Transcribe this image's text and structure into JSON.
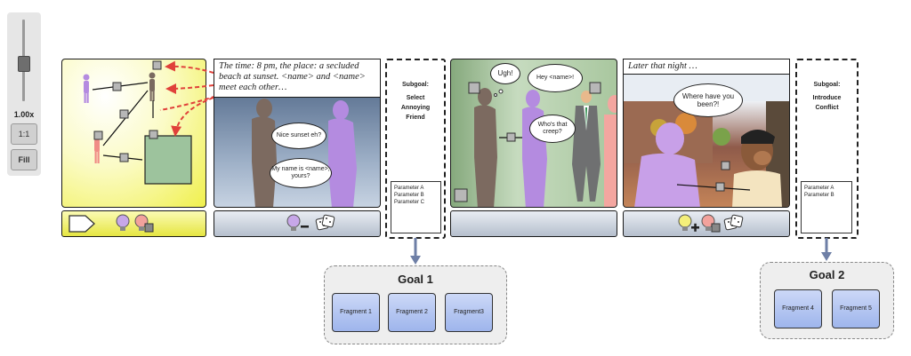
{
  "zoom": {
    "level": "1.00x",
    "one_to_one_label": "1:1",
    "fill_label": "Fill"
  },
  "panel1": {
    "link_icon": "arrow-tag-icon",
    "icons": [
      "lightbulb-purple-icon",
      "lightbulb-red-square-icon"
    ]
  },
  "panel2": {
    "caption": "The time: 8 pm, the place: a secluded beach at sunset. <name> and <name> meet each other…",
    "bubble1": "Nice sunset eh?",
    "bubble2": "My name is <name>, yours?",
    "icons": [
      "lightbulb-minus-icon",
      "dice-icon"
    ]
  },
  "subgoal1": {
    "title": "Subgoal:",
    "name": "Select Annoying Friend",
    "params": [
      "Parameter A",
      "Parameter B",
      "Parameter C"
    ]
  },
  "panel3": {
    "thought": "Ugh!",
    "bubble1": "Hey <name>!",
    "bubble2": "Who's that creep?"
  },
  "panel4": {
    "caption": "Later that night …",
    "bubble": "Where have you been?!",
    "icons": [
      "lightbulb-plus-icon",
      "lightbulb-red-square-icon",
      "dice-icon"
    ]
  },
  "subgoal2": {
    "title": "Subgoal:",
    "name": "Introduce Conflict",
    "params": [
      "Parameter A",
      "Parameter B"
    ]
  },
  "goal1": {
    "title": "Goal 1",
    "fragments": [
      "Fragment 1",
      "Fragment 2",
      "Fragment3"
    ]
  },
  "goal2": {
    "title": "Goal 2",
    "fragments": [
      "Fragment 4",
      "Fragment 5"
    ]
  },
  "colors": {
    "arrow": "#e0413a",
    "connector": "#6e7fa6",
    "fragment": "#a9bdee"
  }
}
